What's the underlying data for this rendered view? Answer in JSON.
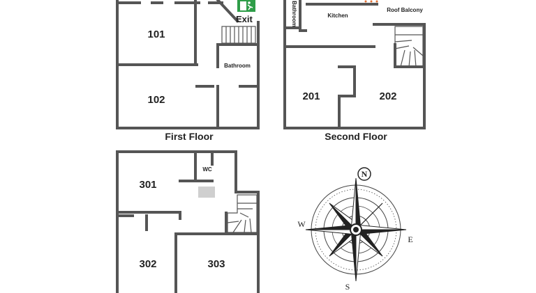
{
  "exit": {
    "label": "Exit",
    "icon": "emergency-exit-icon",
    "color": "#2e9d48"
  },
  "first_floor": {
    "title": "First Floor",
    "rooms": [
      "101",
      "102"
    ],
    "bathroom": "Bathroom"
  },
  "second_floor": {
    "title": "Second Floor",
    "rooms": [
      "201",
      "202"
    ],
    "kitchen": "Kitchen",
    "bathroom": "Bathroom",
    "balcony": "Roof Balcony"
  },
  "third_floor": {
    "rooms": [
      "301",
      "302",
      "303"
    ],
    "wc": "WC"
  },
  "compass": {
    "n": "N",
    "e": "E",
    "s": "S",
    "w": "W",
    "icon": "compass-rose-icon"
  }
}
